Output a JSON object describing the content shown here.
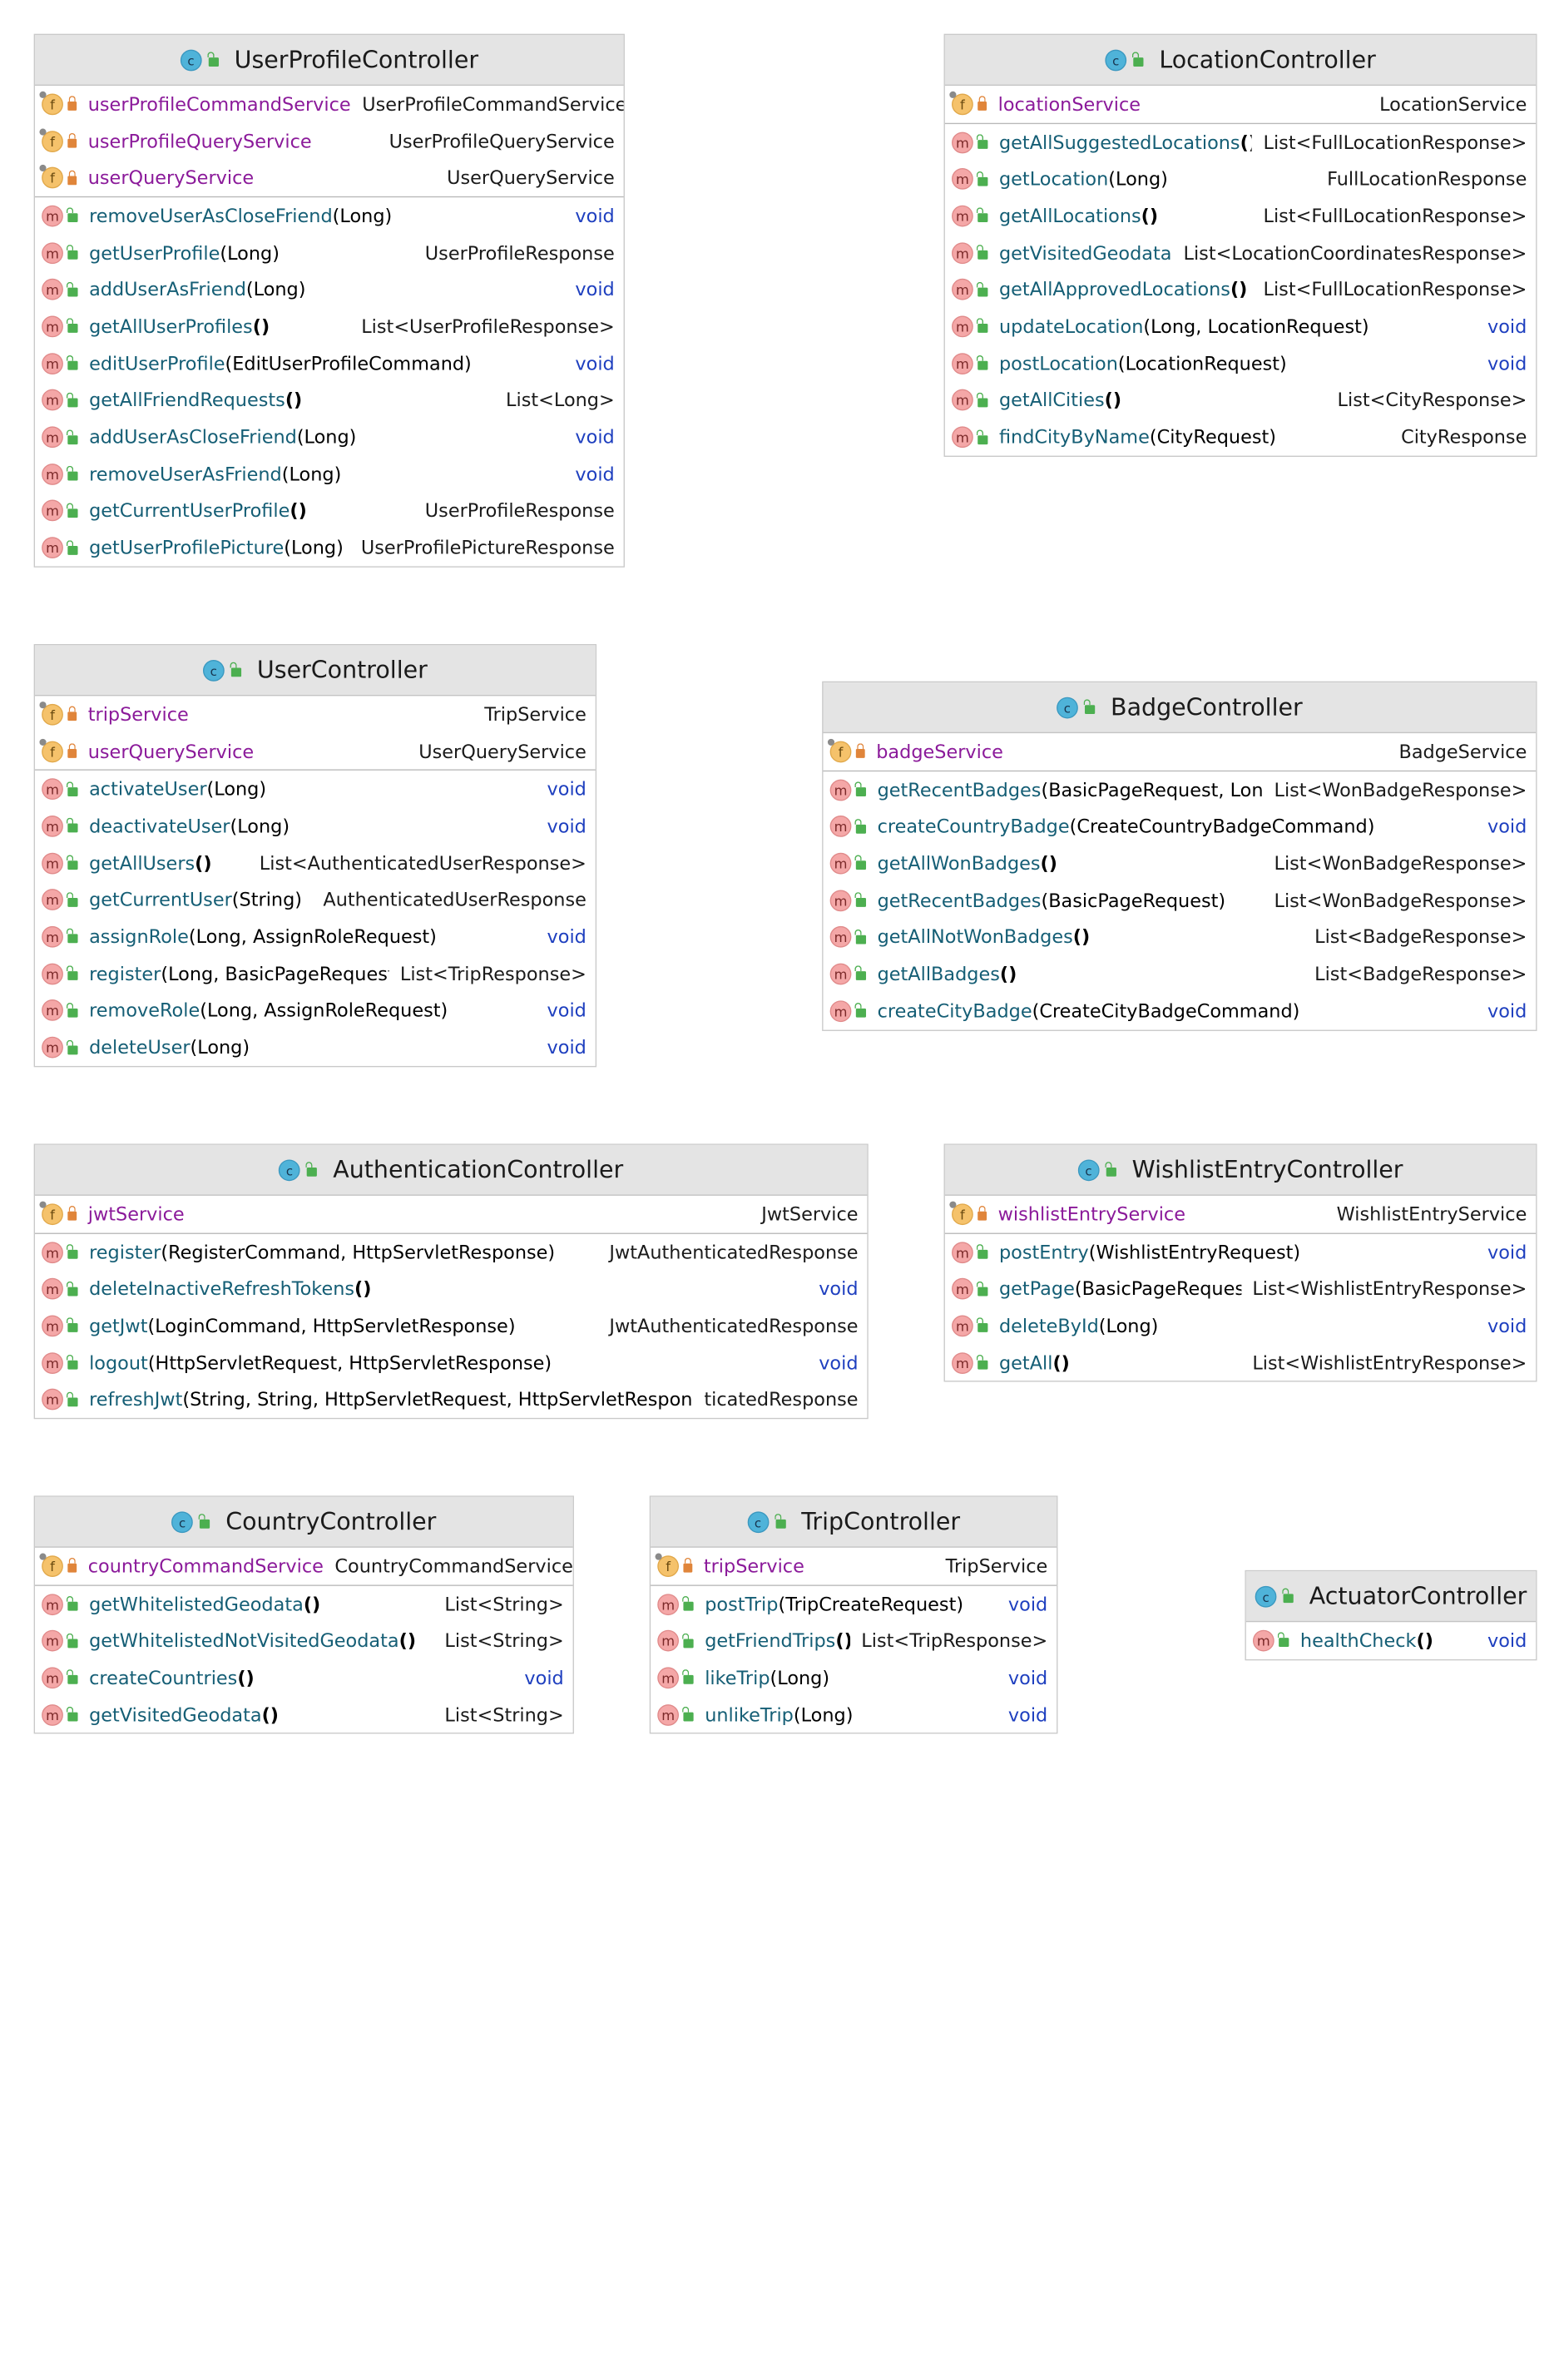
{
  "classes": [
    {
      "name": "UserProfileController",
      "fields": [
        {
          "name": "userProfileCommandService",
          "type": "UserProfileCommandService"
        },
        {
          "name": "userProfileQueryService",
          "type": "UserProfileQueryService"
        },
        {
          "name": "userQueryService",
          "type": "UserQueryService"
        }
      ],
      "methods": [
        {
          "name": "removeUserAsCloseFriend",
          "params": "(Long)",
          "type": "void"
        },
        {
          "name": "getUserProfile",
          "params": "(Long)",
          "type": "UserProfileResponse"
        },
        {
          "name": "addUserAsFriend",
          "params": "(Long)",
          "type": "void"
        },
        {
          "name": "getAllUserProfiles",
          "params": "()",
          "type": "List<UserProfileResponse>"
        },
        {
          "name": "editUserProfile",
          "params": "(EditUserProfileCommand)",
          "type": "void"
        },
        {
          "name": "getAllFriendRequests",
          "params": "()",
          "type": "List<Long>"
        },
        {
          "name": "addUserAsCloseFriend",
          "params": "(Long)",
          "type": "void"
        },
        {
          "name": "removeUserAsFriend",
          "params": "(Long)",
          "type": "void"
        },
        {
          "name": "getCurrentUserProfile",
          "params": "()",
          "type": "UserProfileResponse"
        },
        {
          "name": "getUserProfilePicture",
          "params": "(Long)",
          "type": "UserProfilePictureResponse"
        }
      ]
    },
    {
      "name": "LocationController",
      "fields": [
        {
          "name": "locationService",
          "type": "LocationService"
        }
      ],
      "methods": [
        {
          "name": "getAllSuggestedLocations",
          "params": "()",
          "type": "List<FullLocationResponse>"
        },
        {
          "name": "getLocation",
          "params": "(Long)",
          "type": "FullLocationResponse"
        },
        {
          "name": "getAllLocations",
          "params": "()",
          "type": "List<FullLocationResponse>"
        },
        {
          "name": "getVisitedGeodata",
          "params": "()",
          "type": "List<LocationCoordinatesResponse>"
        },
        {
          "name": "getAllApprovedLocations",
          "params": "()",
          "type": "List<FullLocationResponse>"
        },
        {
          "name": "updateLocation",
          "params": "(Long, LocationRequest)",
          "type": "void"
        },
        {
          "name": "postLocation",
          "params": "(LocationRequest)",
          "type": "void"
        },
        {
          "name": "getAllCities",
          "params": "()",
          "type": "List<CityResponse>"
        },
        {
          "name": "findCityByName",
          "params": "(CityRequest)",
          "type": "CityResponse"
        }
      ]
    },
    {
      "name": "UserController",
      "fields": [
        {
          "name": "tripService",
          "type": "TripService"
        },
        {
          "name": "userQueryService",
          "type": "UserQueryService"
        }
      ],
      "methods": [
        {
          "name": "activateUser",
          "params": "(Long)",
          "type": "void"
        },
        {
          "name": "deactivateUser",
          "params": "(Long)",
          "type": "void"
        },
        {
          "name": "getAllUsers",
          "params": "()",
          "type": "List<AuthenticatedUserResponse>"
        },
        {
          "name": "getCurrentUser",
          "params": "(String)",
          "type": "AuthenticatedUserResponse"
        },
        {
          "name": "assignRole",
          "params": "(Long, AssignRoleRequest)",
          "type": "void"
        },
        {
          "name": "register",
          "params": "(Long, BasicPageRequest)",
          "type": "List<TripResponse>"
        },
        {
          "name": "removeRole",
          "params": "(Long, AssignRoleRequest)",
          "type": "void"
        },
        {
          "name": "deleteUser",
          "params": "(Long)",
          "type": "void"
        }
      ]
    },
    {
      "name": "BadgeController",
      "fields": [
        {
          "name": "badgeService",
          "type": "BadgeService"
        }
      ],
      "methods": [
        {
          "name": "getRecentBadges",
          "params": "(BasicPageRequest, Long)",
          "type": "List<WonBadgeResponse>"
        },
        {
          "name": "createCountryBadge",
          "params": "(CreateCountryBadgeCommand)",
          "type": "void"
        },
        {
          "name": "getAllWonBadges",
          "params": "()",
          "type": "List<WonBadgeResponse>"
        },
        {
          "name": "getRecentBadges",
          "params": "(BasicPageRequest)",
          "type": "List<WonBadgeResponse>"
        },
        {
          "name": "getAllNotWonBadges",
          "params": "()",
          "type": "List<BadgeResponse>"
        },
        {
          "name": "getAllBadges",
          "params": "()",
          "type": "List<BadgeResponse>"
        },
        {
          "name": "createCityBadge",
          "params": "(CreateCityBadgeCommand)",
          "type": "void"
        }
      ]
    },
    {
      "name": "AuthenticationController",
      "fields": [
        {
          "name": "jwtService",
          "type": "JwtService"
        }
      ],
      "methods": [
        {
          "name": "register",
          "params": "(RegisterCommand, HttpServletResponse)",
          "type": "JwtAuthenticatedResponse"
        },
        {
          "name": "deleteInactiveRefreshTokens",
          "params": "()",
          "type": "void"
        },
        {
          "name": "getJwt",
          "params": "(LoginCommand, HttpServletResponse)",
          "type": "JwtAuthenticatedResponse"
        },
        {
          "name": "logout",
          "params": "(HttpServletRequest, HttpServletResponse)",
          "type": "void"
        },
        {
          "name": "refreshJwt",
          "params": "(String, String, HttpServletRequest, HttpServletResponse)",
          "type": "ticatedResponse"
        }
      ]
    },
    {
      "name": "WishlistEntryController",
      "fields": [
        {
          "name": "wishlistEntryService",
          "type": "WishlistEntryService"
        }
      ],
      "methods": [
        {
          "name": "postEntry",
          "params": "(WishlistEntryRequest)",
          "type": "void"
        },
        {
          "name": "getPage",
          "params": "(BasicPageRequest)",
          "type": "List<WishlistEntryResponse>"
        },
        {
          "name": "deleteById",
          "params": "(Long)",
          "type": "void"
        },
        {
          "name": "getAll",
          "params": "()",
          "type": "List<WishlistEntryResponse>"
        }
      ]
    },
    {
      "name": "CountryController",
      "fields": [
        {
          "name": "countryCommandService",
          "type": "CountryCommandService"
        }
      ],
      "methods": [
        {
          "name": "getWhitelistedGeodata",
          "params": "()",
          "type": "List<String>"
        },
        {
          "name": "getWhitelistedNotVisitedGeodata",
          "params": "()",
          "type": "List<String>"
        },
        {
          "name": "createCountries",
          "params": "()",
          "type": "void"
        },
        {
          "name": "getVisitedGeodata",
          "params": "()",
          "type": "List<String>"
        }
      ]
    },
    {
      "name": "TripController",
      "fields": [
        {
          "name": "tripService",
          "type": "TripService"
        }
      ],
      "methods": [
        {
          "name": "postTrip",
          "params": "(TripCreateRequest)",
          "type": "void"
        },
        {
          "name": "getFriendTrips",
          "params": "()",
          "type": "List<TripResponse>"
        },
        {
          "name": "likeTrip",
          "params": "(Long)",
          "type": "void"
        },
        {
          "name": "unlikeTrip",
          "params": "(Long)",
          "type": "void"
        }
      ]
    },
    {
      "name": "ActuatorController",
      "fields": [],
      "methods": [
        {
          "name": "healthCheck",
          "params": "()",
          "type": "void"
        }
      ]
    }
  ],
  "icons": {
    "class": "class-icon",
    "field": "field-icon",
    "method": "method-icon",
    "private": "lock-icon",
    "public": "public-icon"
  },
  "colors": {
    "header_bg": "#e4e4e4",
    "field_name": "#8b1a9a",
    "method_name": "#155e75",
    "void_type": "#1e3fbf"
  }
}
